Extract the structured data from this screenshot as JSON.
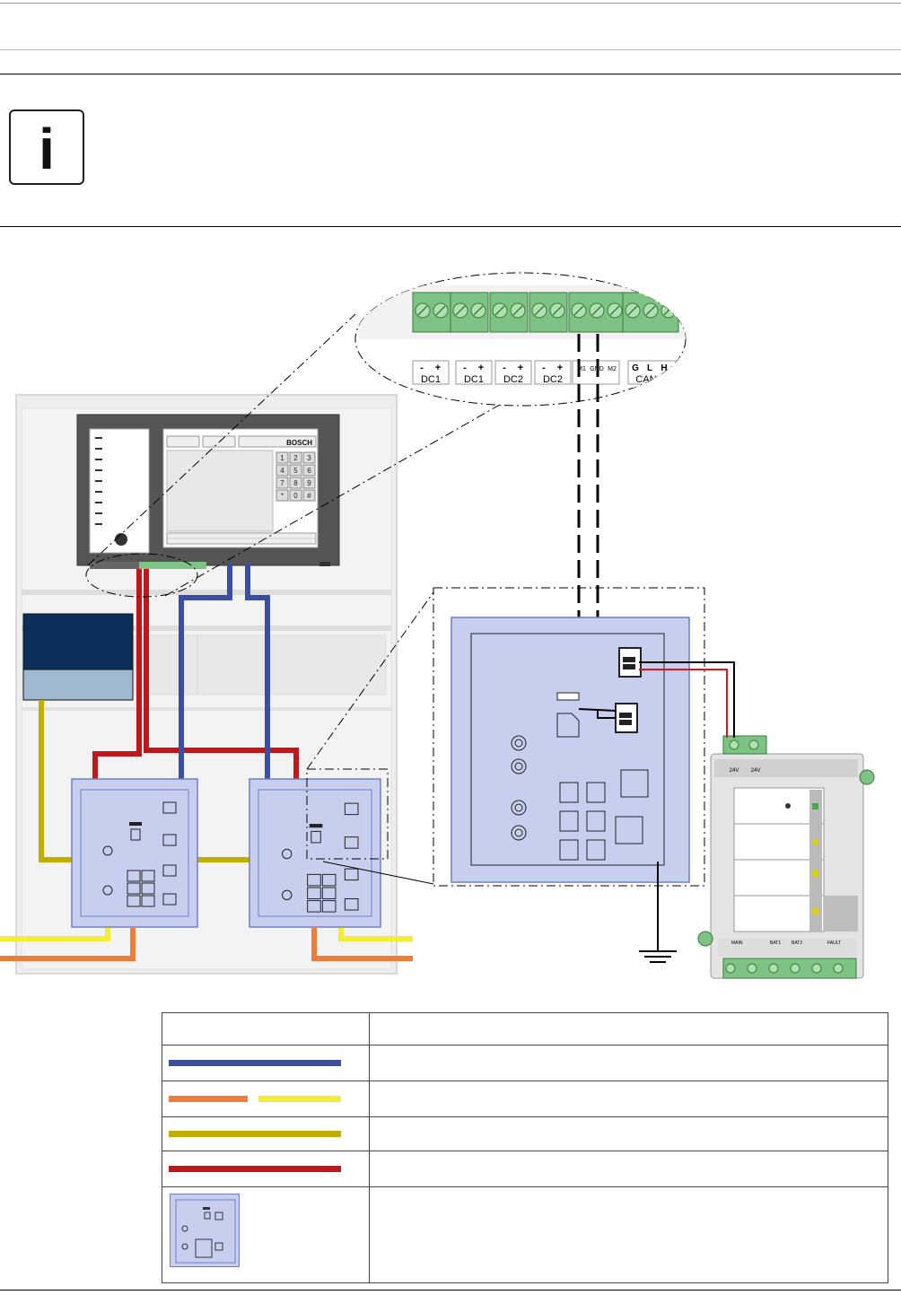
{
  "header": {
    "title": "",
    "subtitle": ""
  },
  "info": {
    "icon": "info-icon",
    "glyph": "i",
    "text": ""
  },
  "panel": {
    "brand": "BOSCH",
    "keypad_keys": [
      "1",
      "2",
      "3",
      "4",
      "5",
      "6",
      "7",
      "8",
      "9",
      "*",
      "0",
      "#"
    ]
  },
  "zoom_terminals": {
    "labels": [
      "DC1",
      "DC1",
      "DC2",
      "DC2",
      "",
      "CAN"
    ],
    "pins": [
      "-",
      "+",
      "-",
      "+",
      "-",
      "+",
      "-",
      "+"
    ],
    "bus_pins": [
      "M1",
      "GND",
      "M2"
    ],
    "can_pins": [
      "G",
      "L",
      "H"
    ]
  },
  "psu": {
    "top_labels": [
      "24V",
      "24V"
    ],
    "bottom_labels": [
      "MAIN",
      "BAT1",
      "BAT2",
      "FAULT"
    ]
  },
  "colors": {
    "blue": "#3a4fa2",
    "orange": "#ef7d3a",
    "yellow": "#f4ec3a",
    "olive": "#bfae00",
    "red": "#c0171d",
    "module_fill": "#c8cfee",
    "module_stroke": "#6f7fc4",
    "terminal_green": "#7dc383",
    "dark_box": "#0c2f59",
    "light_box": "#a0b8d0"
  },
  "legend": {
    "headers": [
      "",
      ""
    ],
    "rows": [
      {
        "name": "blue-cable",
        "description": ""
      },
      {
        "name": "orange-yellow-cable",
        "description": ""
      },
      {
        "name": "olive-cable",
        "description": ""
      },
      {
        "name": "red-cable",
        "description": ""
      },
      {
        "name": "module",
        "description": ""
      }
    ]
  }
}
